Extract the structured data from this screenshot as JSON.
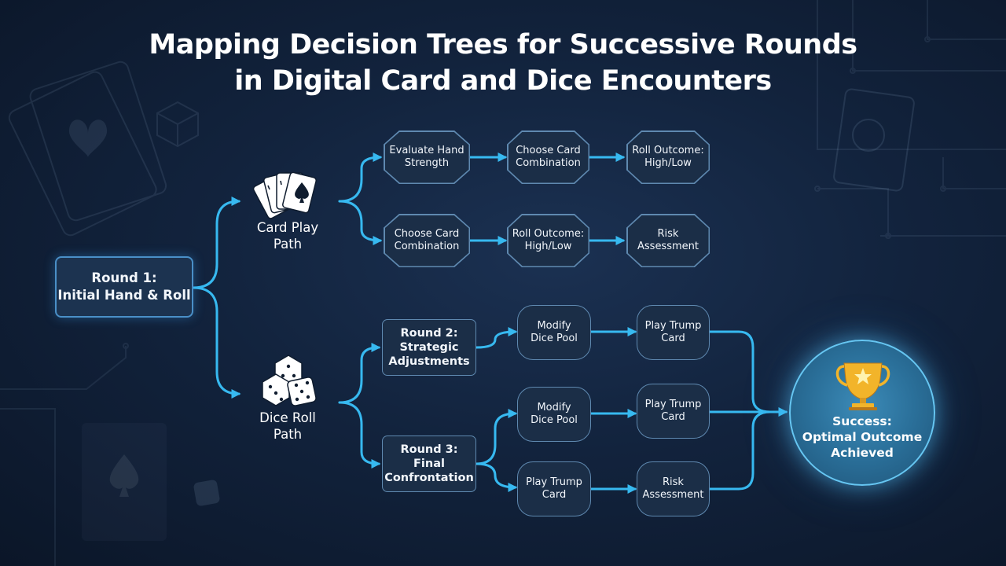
{
  "title": {
    "line1": "Mapping Decision Trees for Successive Rounds",
    "line2": "in Digital Card and Dice Encounters"
  },
  "root": {
    "line1": "Round 1:",
    "line2": "Initial Hand & Roll"
  },
  "card_path": {
    "label_line1": "Card Play",
    "label_line2": "Path",
    "icon": "playing-cards-icon",
    "branch_a": [
      {
        "line1": "Evaluate Hand",
        "line2": "Strength"
      },
      {
        "line1": "Choose Card",
        "line2": "Combination"
      },
      {
        "line1": "Roll Outcome:",
        "line2": "High/Low"
      }
    ],
    "branch_b": [
      {
        "line1": "Choose Card",
        "line2": "Combination"
      },
      {
        "line1": "Roll Outcome:",
        "line2": "High/Low"
      },
      {
        "line1": "Risk",
        "line2": "Assessment"
      }
    ]
  },
  "dice_path": {
    "label_line1": "Dice Roll",
    "label_line2": "Path",
    "icon": "dice-icon",
    "round2": {
      "line1": "Round 2:",
      "line2": "Strategic",
      "line3": "Adjustments",
      "steps": [
        {
          "line1": "Modify",
          "line2": "Dice Pool"
        },
        {
          "line1": "Play Trump",
          "line2": "Card"
        }
      ]
    },
    "round3": {
      "line1": "Round 3:",
      "line2": "Final",
      "line3": "Confrontation",
      "branch_a": [
        {
          "line1": "Modify",
          "line2": "Dice Pool"
        },
        {
          "line1": "Play Trump",
          "line2": "Card"
        }
      ],
      "branch_b": [
        {
          "line1": "Play Trump",
          "line2": "Card"
        },
        {
          "line1": "Risk",
          "line2": "Assessment"
        }
      ]
    }
  },
  "success": {
    "line1": "Success:",
    "line2": "Optimal Outcome",
    "line3": "Achieved",
    "icon": "trophy-icon"
  },
  "colors": {
    "background": "#12233d",
    "connector": "#37b9f0",
    "node_fill": "#1b2e47",
    "node_border": "#5f89b0",
    "success_fill": "#2a6f99",
    "trophy_gold": "#f2b42a"
  }
}
